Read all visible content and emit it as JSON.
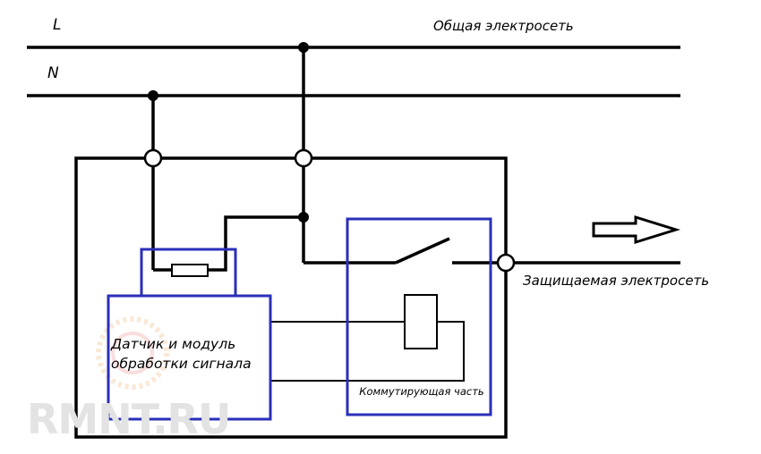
{
  "labels": {
    "line_l": "L",
    "line_n": "N",
    "main_grid": "Общая электросеть",
    "protected_grid": "Защищаемая электросеть",
    "sensor_module": "Датчик и модуль обработки сигнала",
    "switching_part": "Коммутирующая часть"
  },
  "watermark": {
    "text": "RMNT.RU"
  },
  "colors": {
    "wire": "#000000",
    "module_outline": "#2b2fb8",
    "watermark": "#e3e3e3",
    "arrow_fill": "#ffffff"
  }
}
